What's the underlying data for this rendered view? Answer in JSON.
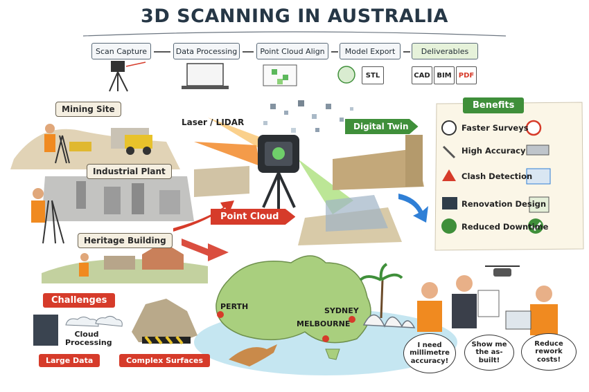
{
  "title": "3D SCANNING IN AUSTRALIA",
  "workflow": {
    "steps": [
      "Scan Capture",
      "Data Processing",
      "Point Cloud Align",
      "Model Export",
      "Deliverables"
    ],
    "model_export_label": "STL",
    "deliverable_formats": [
      "CAD",
      "BIM",
      "PDF"
    ]
  },
  "sites": [
    "Mining Site",
    "Industrial Plant",
    "Heritage Building"
  ],
  "center": {
    "laser_label": "Laser / LIDAR",
    "digital_twin_label": "Digital Twin",
    "point_cloud_label": "Point Cloud"
  },
  "benefits": {
    "title": "Benefits",
    "items": [
      "Faster Surveys",
      "High Accuracy",
      "Clash Detection",
      "Renovation Design",
      "Reduced Downtime"
    ]
  },
  "challenges": {
    "title": "Challenges",
    "cloud_label": "Cloud Processing",
    "large_data_label": "Large Data",
    "complex_label": "Complex Surfaces"
  },
  "map": {
    "cities": [
      "PERTH",
      "SYDNEY",
      "MELBOURNE"
    ]
  },
  "quotes": [
    "I need millimetre accuracy!",
    "Show me the as-built!",
    "Reduce rework costs!"
  ],
  "colors": {
    "title": "#263746",
    "accent_red": "#d63b2a",
    "accent_green": "#3f8f3a",
    "map_green": "#a9cf7e",
    "sea": "#bfe3ef"
  }
}
